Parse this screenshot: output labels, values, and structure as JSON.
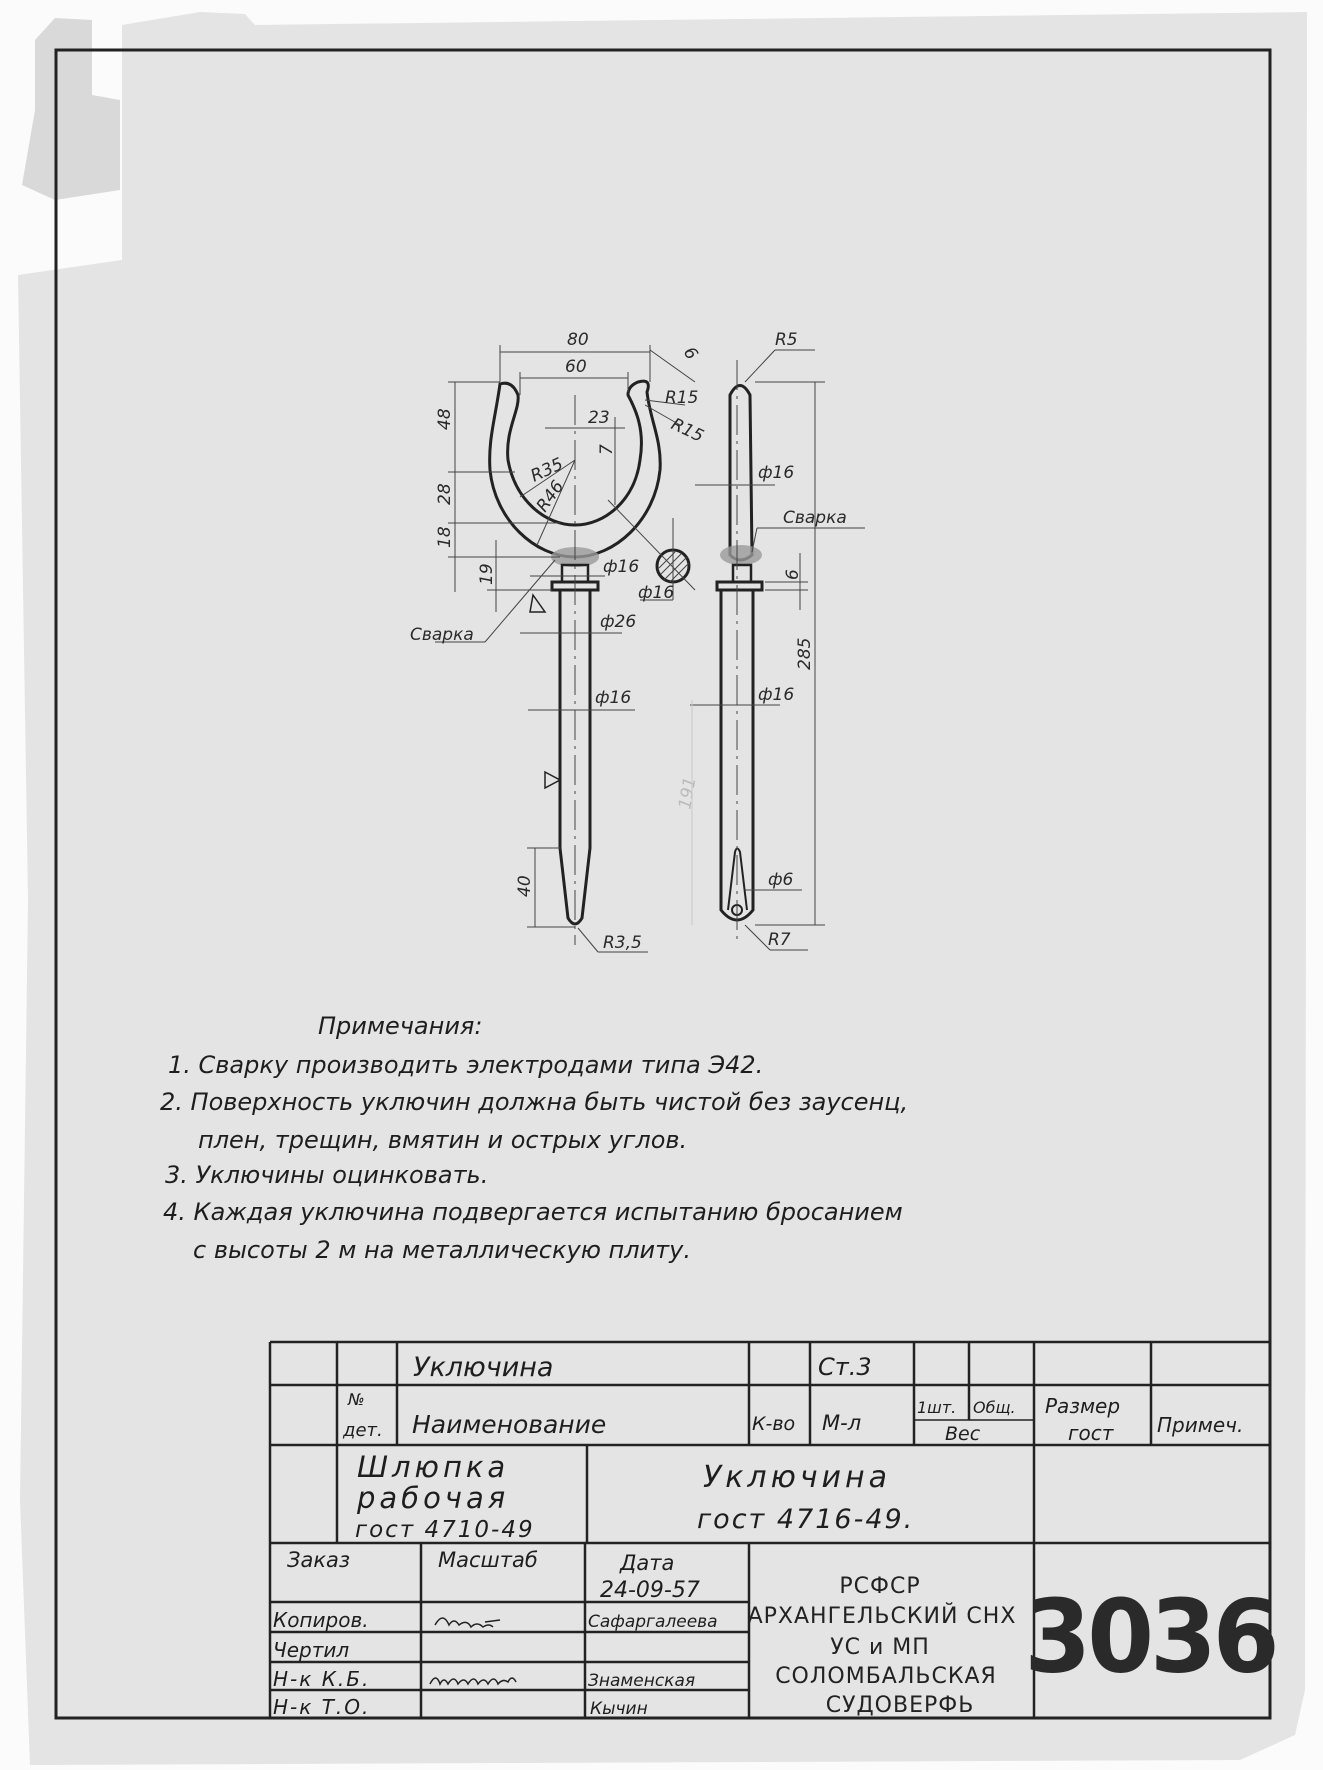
{
  "drawing": {
    "front_view_dims": {
      "w80": "80",
      "w60": "60",
      "h48": "48",
      "h28": "28",
      "h18": "18",
      "h19": "19",
      "d23": "23",
      "d7": "7",
      "r35": "R35",
      "r46": "R46",
      "t6": "6",
      "r15a": "R15",
      "r15b": "R15",
      "phi16_neck": "ф16",
      "phi26": "ф26",
      "phi16_section": "ф16",
      "phi16_shaft": "ф16",
      "l40": "40",
      "r3_5": "R3,5",
      "weld_label": "Сварка"
    },
    "side_view_dims": {
      "r5": "R5",
      "phi16_top": "ф16",
      "weld_label": "Сварка",
      "t6": "6",
      "l285": "285",
      "phi16_shaft": "ф16",
      "phi6": "ф6",
      "r7": "R7",
      "faint_191": "191"
    }
  },
  "notes": {
    "heading": "Примечания:",
    "items": [
      "1. Сварку производить электродами типа Э42.",
      "2. Поверхность уключин должна быть чистой без заусенц,",
      "плен, трещин, вмятин и острых углов.",
      "3. Уключины оцинковать.",
      "4. Каждая уключина подвергается испытанию бросанием",
      "с высоты 2 м на металлическую плиту."
    ]
  },
  "title_block": {
    "part_name": "Уключина",
    "material": "Ст.3",
    "headers": {
      "no_line1": "№",
      "no_line2": "дет.",
      "name": "Наименование",
      "qty": "К-во",
      "material": "М-л",
      "weight_unit": "1шт.",
      "weight_total": "Общ.",
      "weight": "Вес",
      "size_line1": "Размер",
      "size_line2": "гост",
      "note": "Примеч."
    },
    "assembly": [
      "Шлюпка",
      "рабочая",
      "гост 4710-49"
    ],
    "drawing_title": [
      "Уключина",
      "гост 4716-49."
    ],
    "order_label": "Заказ",
    "scale_label": "Масштаб",
    "date_label": "Дата",
    "date": "24-09-57",
    "roles": [
      {
        "role": "Копиров.",
        "name": "Сафаргалеева"
      },
      {
        "role": "Чертил",
        "name": ""
      },
      {
        "role": "Н-к К.Б.",
        "name": "Знаменская"
      },
      {
        "role": "Н-к Т.О.",
        "name": "Кычин"
      }
    ],
    "organization": [
      "РСФСР",
      "АРХАНГЕЛЬСКИЙ СНХ",
      "УС и МП",
      "СОЛОМБАЛЬСКАЯ",
      "СУДОВЕРФЬ"
    ],
    "drawing_number": "3036"
  },
  "colors": {
    "paper": "#e4e4e4",
    "ink": "#222222",
    "weld": "#9a9a9a"
  }
}
